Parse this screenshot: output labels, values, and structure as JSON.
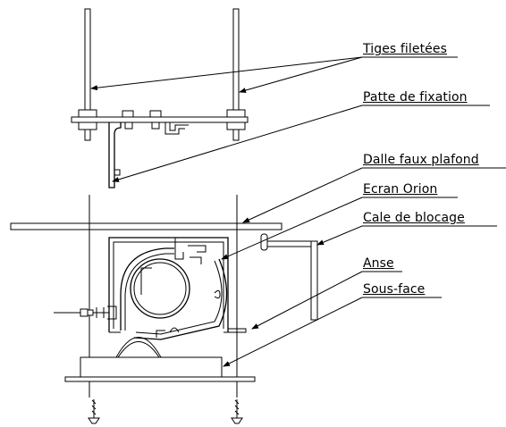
{
  "diagram": {
    "labels": {
      "tiges": "Tiges filetées",
      "patte": "Patte de fixation",
      "dalle": "Dalle faux plafond",
      "ecran": "Ecran Orion",
      "cale": "Cale de blocage",
      "anse": "Anse",
      "sous_face": "Sous-face"
    }
  }
}
